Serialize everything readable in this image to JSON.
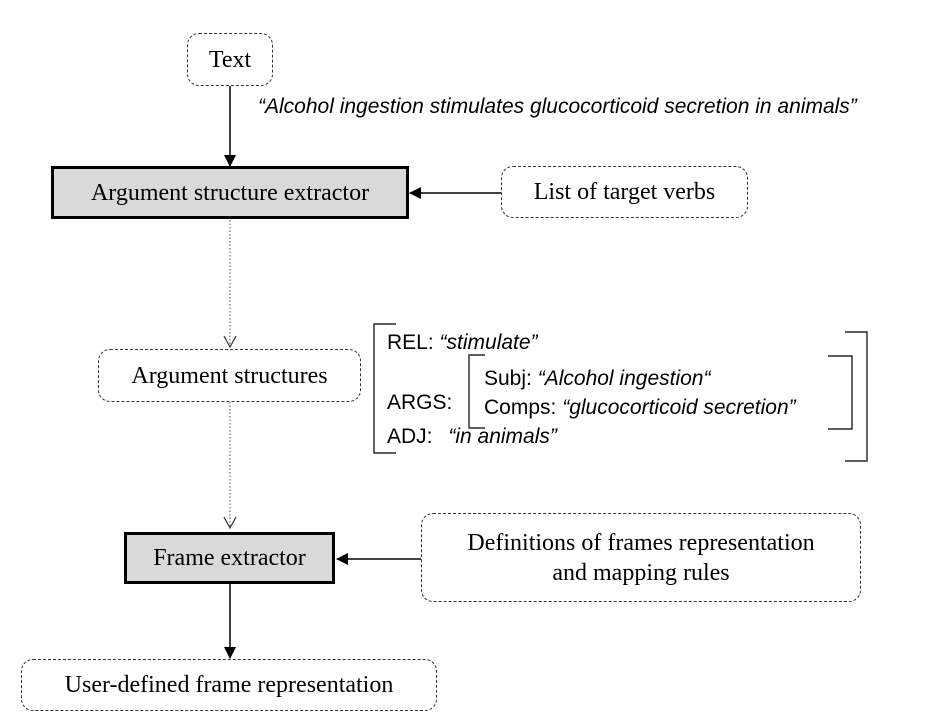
{
  "nodes": {
    "text": "Text",
    "example_sentence": "“Alcohol ingestion stimulates glucocorticoid secretion in animals”",
    "argument_extractor": "Argument structure extractor",
    "target_verbs": "List of target verbs",
    "argument_structures": "Argument structures",
    "frame_extractor": "Frame extractor",
    "definitions_line1": "Definitions of frames representation",
    "definitions_line2": "and mapping rules",
    "user_frame": "User-defined frame representation"
  },
  "argument_example": {
    "rel_label": "REL:",
    "rel_value": "“stimulate”",
    "args_label": "ARGS:",
    "subj_label": "Subj:",
    "subj_value": "“Alcohol ingestion“",
    "comps_label": "Comps:",
    "comps_value": "“glucocorticoid secretion”",
    "adj_label": "ADJ:",
    "adj_value": "“in animals”"
  }
}
